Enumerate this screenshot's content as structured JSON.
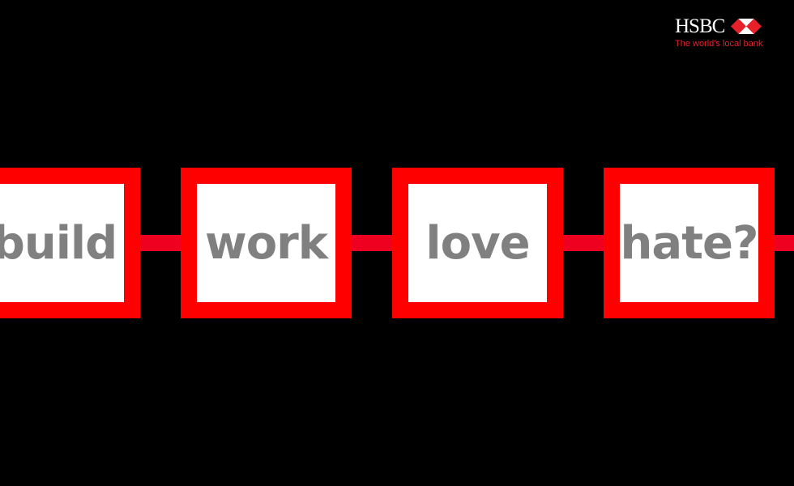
{
  "logo": {
    "name": "HSBC",
    "tagline": "The world's local bank"
  },
  "words": [
    "build",
    "work",
    "love",
    "hate?"
  ],
  "colors": {
    "background": "#000000",
    "frame": "#ff0000",
    "connector": "#f00020",
    "text": "#808080"
  }
}
